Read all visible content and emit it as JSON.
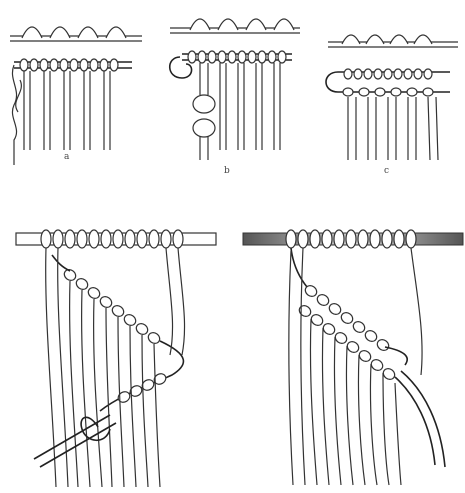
{
  "figure": {
    "panel_labels": {
      "a": "a",
      "b": "b",
      "c": "c"
    }
  },
  "colors": {
    "line": "#333333",
    "background": "#ffffff",
    "dowel_dark": "#555555"
  },
  "icons": {
    "rod": "dowel-rod",
    "knot": "lark-head-knot"
  }
}
